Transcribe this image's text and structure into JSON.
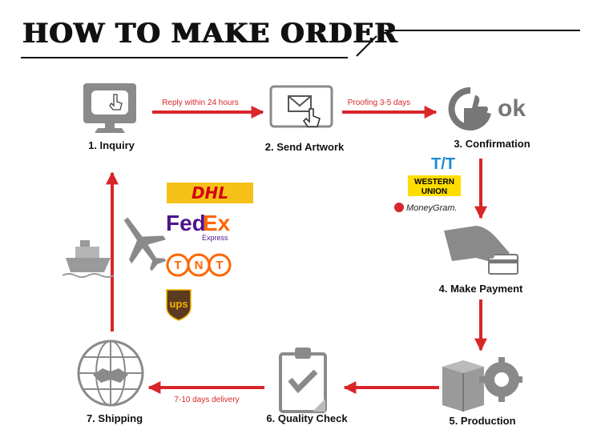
{
  "title": "HOW TO MAKE ORDER",
  "colors": {
    "accent": "#d9262a",
    "icon": "#8a8a8a",
    "text": "#111111"
  },
  "steps": [
    {
      "label": "1. Inquiry",
      "icon": "monitor-click-icon"
    },
    {
      "label": "2. Send Artwork",
      "icon": "envelope-click-icon"
    },
    {
      "label": "3. Confirmation",
      "icon": "thumbs-up-ok-icon"
    },
    {
      "label": "4. Make Payment",
      "icon": "hand-card-icon"
    },
    {
      "label": "5. Production",
      "icon": "box-gear-icon"
    },
    {
      "label": "6. Quality Check",
      "icon": "clipboard-check-icon"
    },
    {
      "label": "7. Shipping",
      "icon": "globe-handshake-icon"
    }
  ],
  "arrows": {
    "inquiry_to_artwork": "Reply within 24 hours",
    "artwork_to_confirm": "Proofing 3-5 days",
    "quality_to_shipping": "7-10 days delivery"
  },
  "payment_methods": {
    "tt": "T/T",
    "western_union_line1": "WESTERN",
    "western_union_line2": "UNION",
    "moneygram": "MoneyGram."
  },
  "carriers": {
    "dhl": "DHL",
    "fedex_fed": "Fed",
    "fedex_ex": "Ex",
    "fedex_sub": "Express",
    "tnt": [
      "T",
      "N",
      "T"
    ],
    "ups": "ups"
  },
  "transport_icons": [
    "ship-icon",
    "airplane-icon"
  ],
  "confirmation_ok": "ok"
}
